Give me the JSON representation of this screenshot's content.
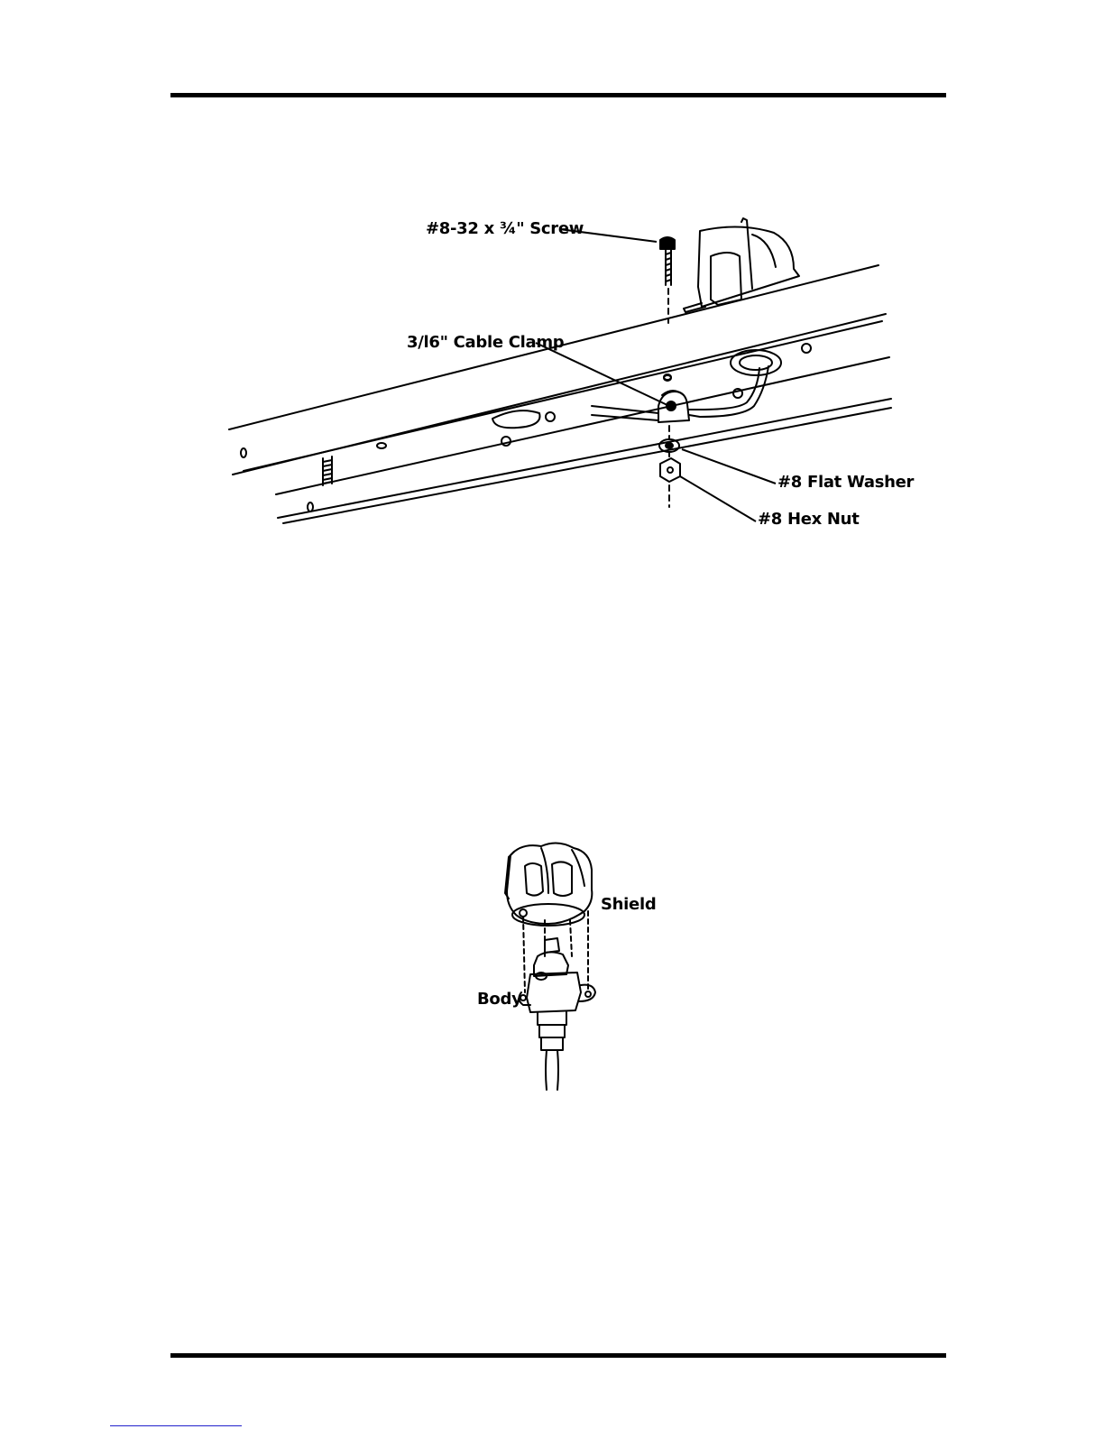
{
  "figure_1": {
    "callouts": {
      "screw": "#8-32 x ¾\" Screw",
      "cable_clamp": "3/l6\" Cable Clamp",
      "flat_washer": "#8 Flat Washer",
      "hex_nut": "#8 Hex Nut"
    }
  },
  "figure_2": {
    "callouts": {
      "shield": "Shield",
      "body": "Body"
    }
  }
}
